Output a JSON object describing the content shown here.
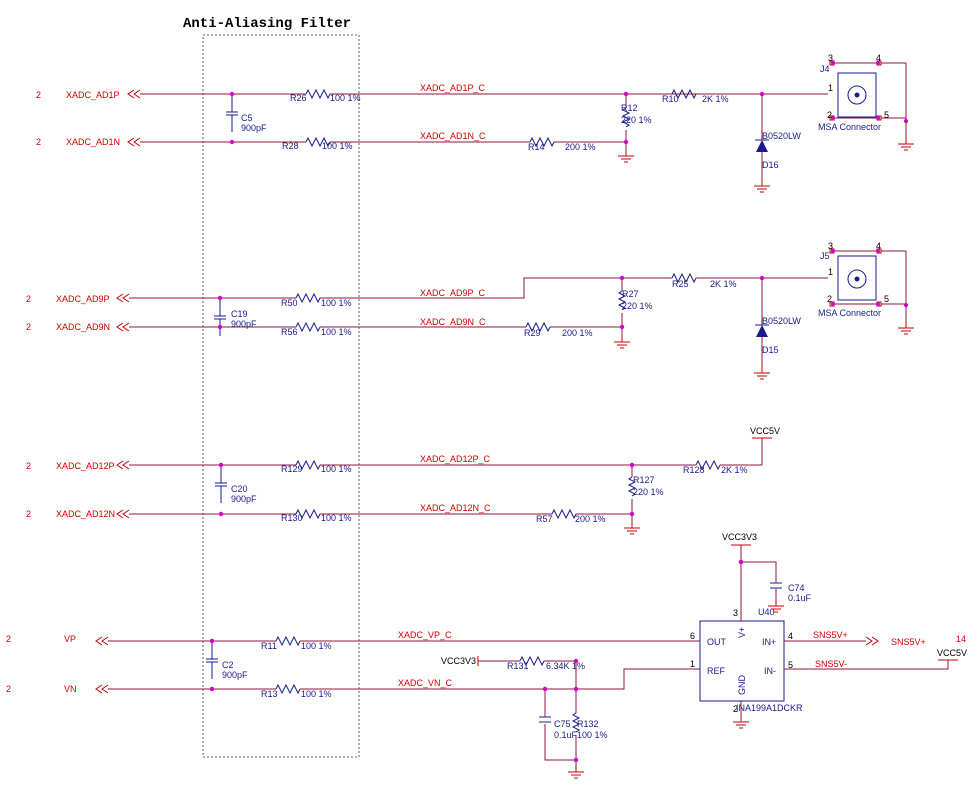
{
  "title": "Anti-Aliasing Filter",
  "ports": {
    "ad1p": {
      "num": "2",
      "name": "XADC_AD1P"
    },
    "ad1n": {
      "num": "2",
      "name": "XADC_AD1N"
    },
    "ad9p": {
      "num": "2",
      "name": "XADC_AD9P"
    },
    "ad9n": {
      "num": "2",
      "name": "XADC_AD9N"
    },
    "ad12p": {
      "num": "2",
      "name": "XADC_AD12P"
    },
    "ad12n": {
      "num": "2",
      "name": "XADC_AD12N"
    },
    "vp": {
      "num": "2",
      "name": "VP"
    },
    "vn": {
      "num": "2",
      "name": "VN"
    },
    "sns": {
      "num": "14",
      "name": "SNS5V+"
    }
  },
  "nets": {
    "ad1p_c": "XADC_AD1P_C",
    "ad1n_c": "XADC_AD1N_C",
    "ad9p_c": "XADC_AD9P_C",
    "ad9n_c": "XADC_AD9N_C",
    "ad12p_c": "XADC_AD12P_C",
    "ad12n_c": "XADC_AD12N_C",
    "vp_c": "XADC_VP_C",
    "vn_c": "XADC_VN_C",
    "sns5vp": "SNS5V+",
    "sns5vn": "SNS5V-",
    "vcc5v": "VCC5V",
    "vcc3v3": "VCC3V3"
  },
  "parts": {
    "R26": {
      "ref": "R26",
      "val": "100 1%"
    },
    "R28": {
      "ref": "R28",
      "val": "100 1%"
    },
    "R12": {
      "ref": "R12",
      "val": "220 1%"
    },
    "R14": {
      "ref": "R14",
      "val": "200 1%"
    },
    "R10": {
      "ref": "R10",
      "val": "2K 1%"
    },
    "C5": {
      "ref": "C5",
      "val": "900pF"
    },
    "D16": {
      "ref": "D16",
      "val": "B0520LW"
    },
    "R50": {
      "ref": "R50",
      "val": "100 1%"
    },
    "R56": {
      "ref": "R56",
      "val": "100 1%"
    },
    "R27": {
      "ref": "R27",
      "val": "220 1%"
    },
    "R29": {
      "ref": "R29",
      "val": "200 1%"
    },
    "R25": {
      "ref": "R25",
      "val": "2K 1%"
    },
    "C19": {
      "ref": "C19",
      "val": "900pF"
    },
    "D15": {
      "ref": "D15",
      "val": "B0520LW"
    },
    "R129": {
      "ref": "R129",
      "val": "100 1%"
    },
    "R130": {
      "ref": "R130",
      "val": "100 1%"
    },
    "R127": {
      "ref": "R127",
      "val": "220 1%"
    },
    "R57": {
      "ref": "R57",
      "val": "200 1%"
    },
    "R128": {
      "ref": "R128",
      "val": "2K 1%"
    },
    "C20": {
      "ref": "C20",
      "val": "900pF"
    },
    "R11": {
      "ref": "R11",
      "val": "100 1%"
    },
    "R13": {
      "ref": "R13",
      "val": "100 1%"
    },
    "C2": {
      "ref": "C2",
      "val": "900pF"
    },
    "R131": {
      "ref": "R131",
      "val": "6.34K 1%"
    },
    "C75": {
      "ref": "C75",
      "val": "0.1uF"
    },
    "R132": {
      "ref": "R132",
      "val": "100 1%"
    },
    "C74": {
      "ref": "C74",
      "val": "0.1uF"
    },
    "J4": {
      "ref": "J4",
      "val": "MSA Connector"
    },
    "J5": {
      "ref": "J5",
      "val": "MSA Connector"
    },
    "U40": {
      "ref": "U40",
      "val": "INA199A1DCKR"
    }
  },
  "pins": {
    "j1": "1",
    "j2": "2",
    "j3": "3",
    "j4": "4",
    "j5": "5",
    "u_out": "OUT",
    "u_ref": "REF",
    "u_vp": "V+",
    "u_gnd": "GND",
    "u_inp": "IN+",
    "u_inn": "IN-",
    "u6": "6",
    "u1": "1",
    "u3": "3",
    "u2": "2",
    "u4": "4",
    "u5": "5"
  }
}
